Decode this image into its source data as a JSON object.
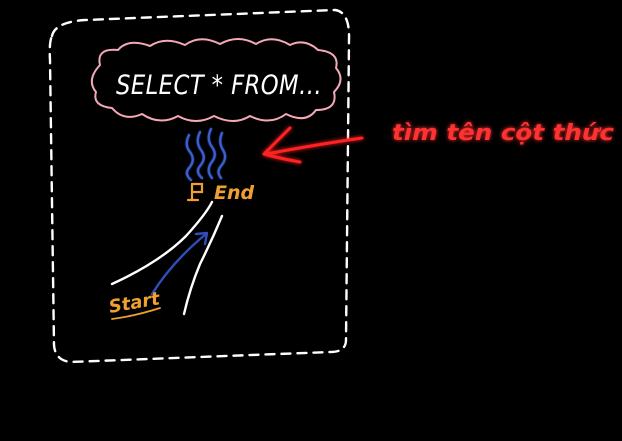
{
  "sql_cloud": {
    "text": "SELECT * FROM..."
  },
  "goal": {
    "label": "End"
  },
  "origin": {
    "label": "Start"
  },
  "annotation": {
    "text": "tìm tên cột thức"
  },
  "colors": {
    "background": "#000000",
    "border": "#ffffff",
    "cloud": "#f4a9b8",
    "cloud_text": "#ffffff",
    "road": "#ffffff",
    "path_arrow": "#2f4fb8",
    "smoke": "#3a5fd0",
    "orange": "#f0a030",
    "annotation": "#ff2a2a"
  },
  "icons": [
    "flag-icon",
    "smoke-icon",
    "arrow-icon"
  ]
}
